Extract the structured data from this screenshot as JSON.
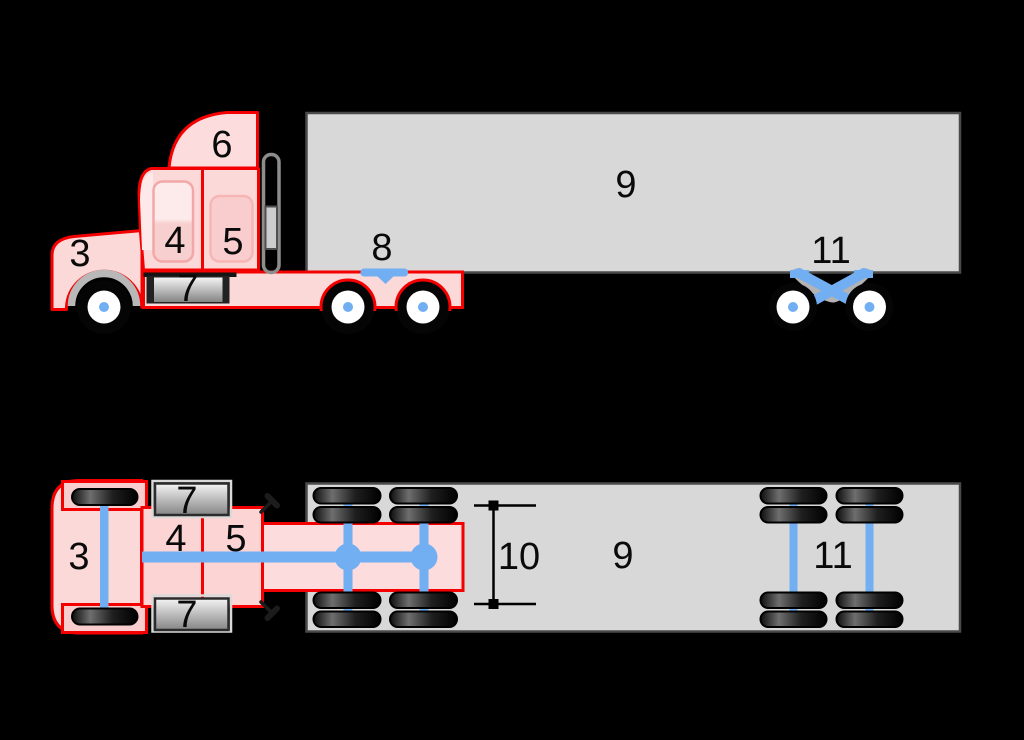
{
  "colors": {
    "background": "#000000",
    "tractor_fill": "#fcd9d9",
    "tractor_outline": "#f40000",
    "window_fill": "#fde9e9",
    "trailer_fill": "#d8d8d8",
    "trailer_outline": "#4a4a4a",
    "drivetrain_blue": "#71aef2",
    "tank_gray": "#c9c9c9",
    "tire_dark": "#111111",
    "label_color": "#0a0a0a"
  },
  "side_view": {
    "labels": [
      {
        "part": "hood",
        "text": "3"
      },
      {
        "part": "cab-door",
        "text": "4"
      },
      {
        "part": "sleeper",
        "text": "5"
      },
      {
        "part": "roof-fairing",
        "text": "6"
      },
      {
        "part": "fuel-tank",
        "text": "7"
      },
      {
        "part": "fifth-wheel",
        "text": "8"
      },
      {
        "part": "trailer",
        "text": "9"
      },
      {
        "part": "trailer-tandem-axle",
        "text": "11"
      }
    ]
  },
  "top_view": {
    "labels": [
      {
        "part": "front-section",
        "text": "3"
      },
      {
        "part": "cab",
        "text": "4"
      },
      {
        "part": "sleeper",
        "text": "5"
      },
      {
        "part": "fuel-tank-left",
        "text": "7"
      },
      {
        "part": "fuel-tank-right",
        "text": "7"
      },
      {
        "part": "trailer",
        "text": "9"
      },
      {
        "part": "track-width-dimension",
        "text": "10"
      },
      {
        "part": "trailer-tandem-axle",
        "text": "11"
      }
    ]
  }
}
